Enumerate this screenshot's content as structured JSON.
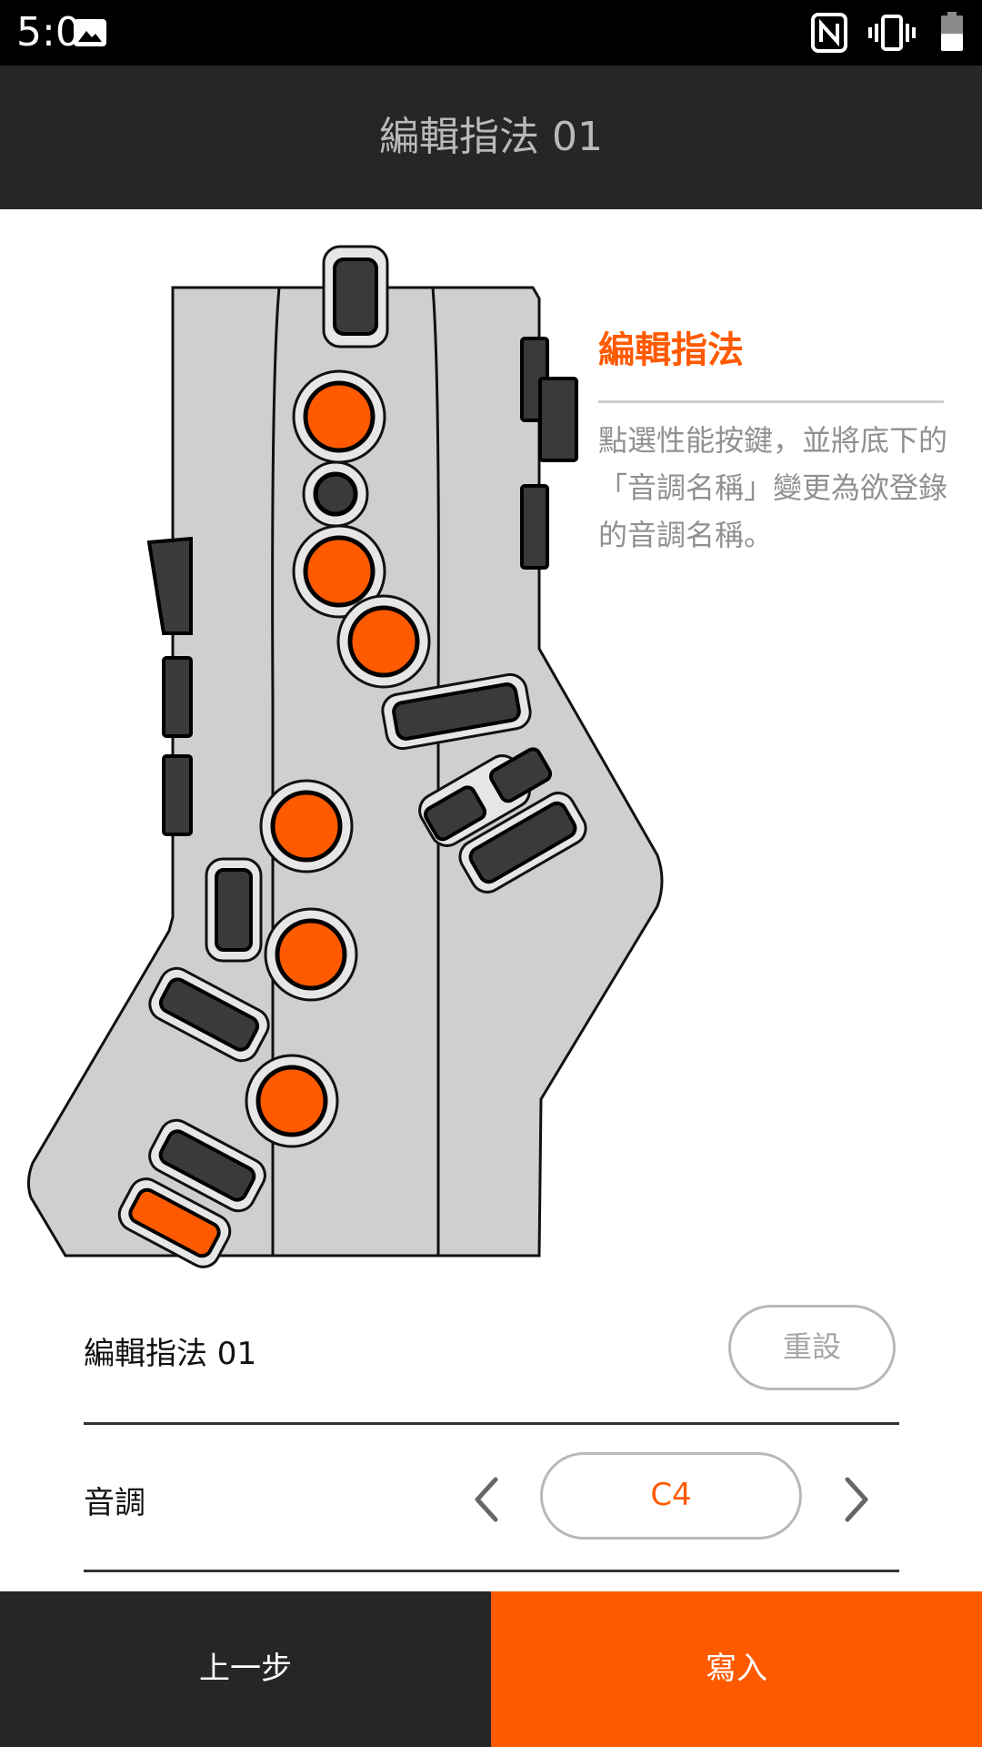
{
  "status_bar": {
    "time": "5:0"
  },
  "header": {
    "title": "編輯指法 01"
  },
  "info": {
    "heading": "編輯指法",
    "description": "點選性能按鍵，並將底下的「音調名稱」變更為欲登錄的音調名稱。"
  },
  "preset": {
    "name": "編輯指法 01",
    "reset_label": "重設"
  },
  "pitch": {
    "label": "音調",
    "value": "C4"
  },
  "footer": {
    "back_label": "上一步",
    "write_label": "寫入"
  },
  "colors": {
    "accent": "#ff5a00",
    "dark": "#262626",
    "key_dark": "#3a3a3a",
    "body_gray": "#cfcfcf"
  }
}
